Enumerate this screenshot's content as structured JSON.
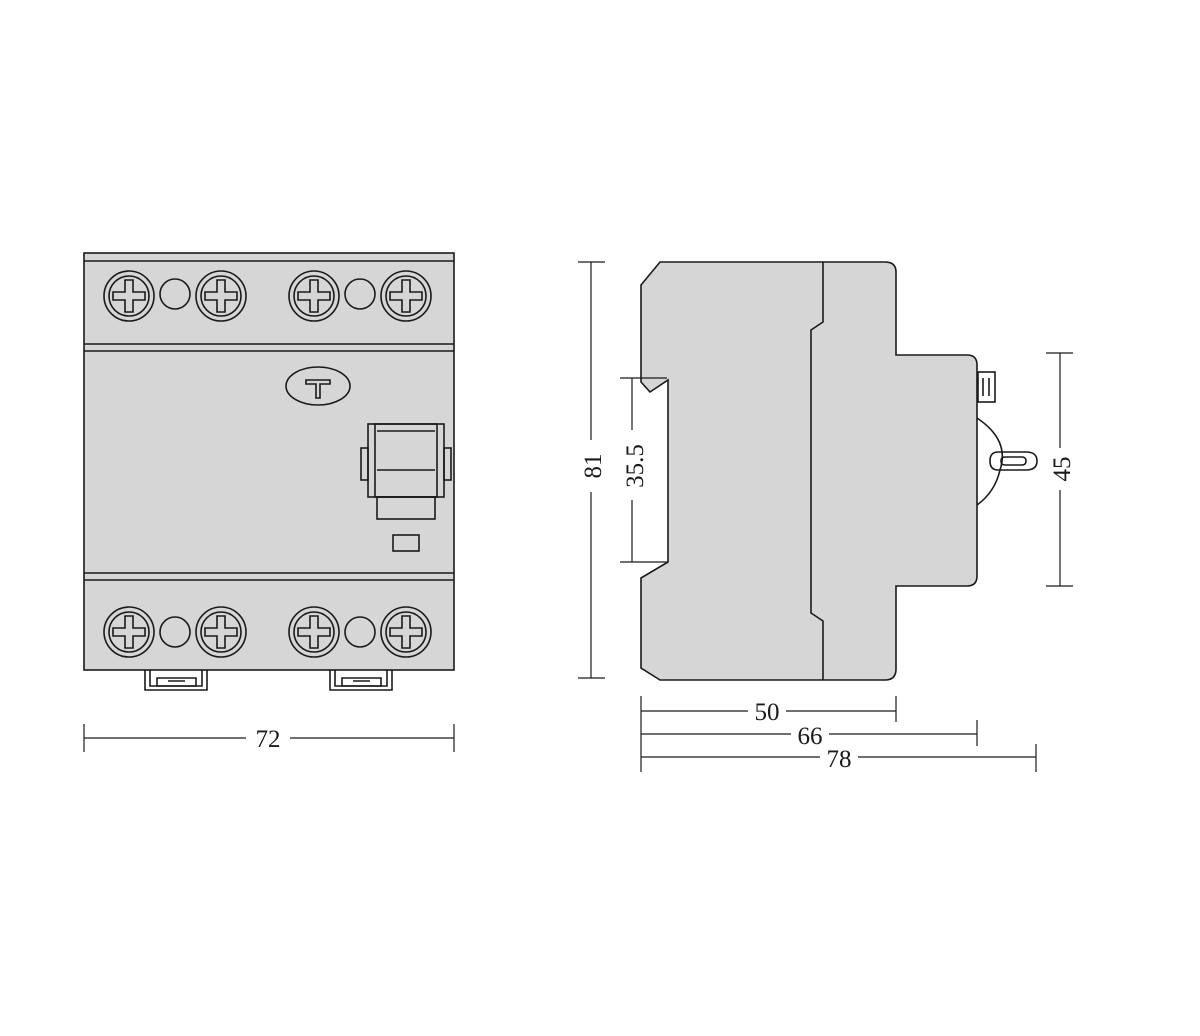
{
  "dimensions": {
    "front_width": "72",
    "side_height": "81",
    "rail_height": "35.5",
    "depth_front": "50",
    "depth_mid": "66",
    "depth_total": "78",
    "cover_height": "45"
  },
  "test_button": {
    "label": "T"
  },
  "colors": {
    "line": "#1a1a1a",
    "fill": "#d6d6d6",
    "background": "#ffffff"
  }
}
